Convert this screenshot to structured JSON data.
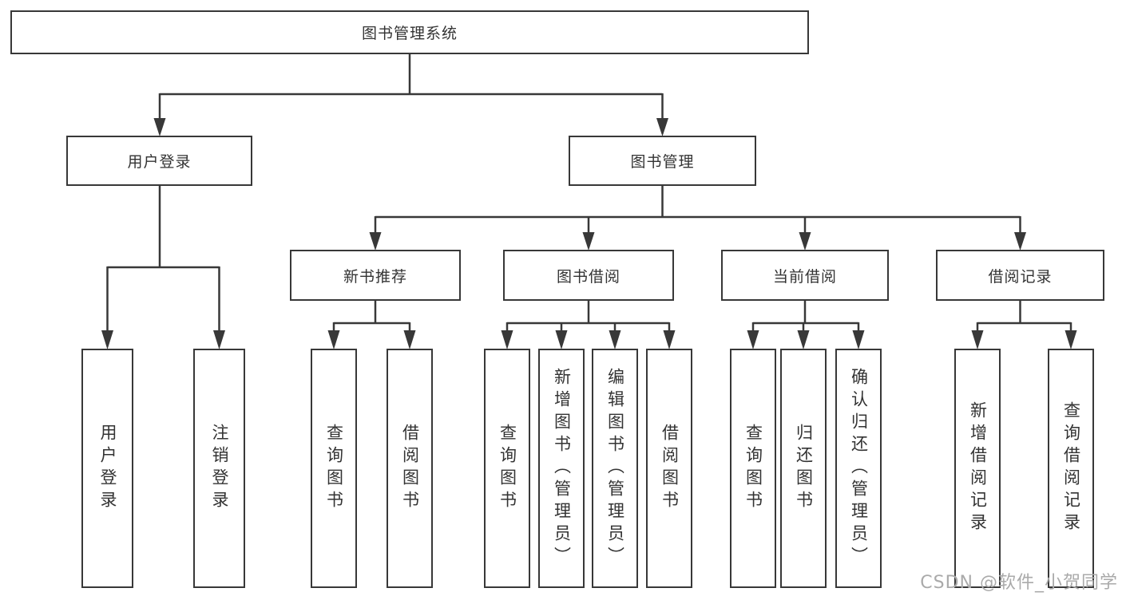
{
  "nodes": {
    "root": {
      "label": "图书管理系统"
    },
    "level2": [
      {
        "label": "用户登录"
      },
      {
        "label": "图书管理"
      }
    ],
    "level3": [
      {
        "label": "新书推荐"
      },
      {
        "label": "图书借阅"
      },
      {
        "label": "当前借阅"
      },
      {
        "label": "借阅记录"
      }
    ],
    "leaves": [
      {
        "label": "用户登录",
        "parent": "用户登录"
      },
      {
        "label": "注销登录",
        "parent": "用户登录"
      },
      {
        "label": "查询图书",
        "parent": "新书推荐"
      },
      {
        "label": "借阅图书",
        "parent": "新书推荐"
      },
      {
        "label": "查询图书",
        "parent": "图书借阅"
      },
      {
        "label": "新增图书（管理员）",
        "parent": "图书借阅"
      },
      {
        "label": "编辑图书（管理员）",
        "parent": "图书借阅"
      },
      {
        "label": "借阅图书",
        "parent": "图书借阅"
      },
      {
        "label": "查询图书",
        "parent": "当前借阅"
      },
      {
        "label": "归还图书",
        "parent": "当前借阅"
      },
      {
        "label": "确认归还（管理员）",
        "parent": "当前借阅"
      },
      {
        "label": "新增借阅记录",
        "parent": "借阅记录"
      },
      {
        "label": "查询借阅记录",
        "parent": "借阅记录"
      }
    ]
  },
  "watermark": "CSDN @软件_小贺同学",
  "colors": {
    "line": "#383838",
    "text": "#333333",
    "background": "#ffffff",
    "watermark": "#aaaaaa"
  }
}
